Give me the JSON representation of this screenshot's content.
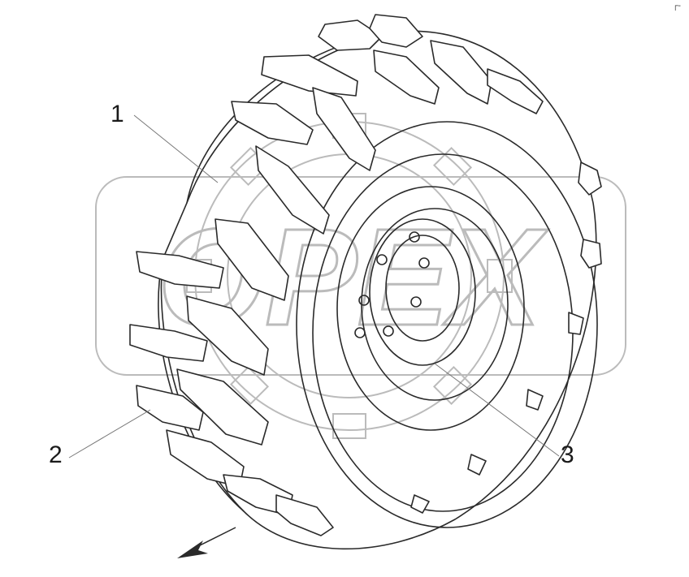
{
  "diagram": {
    "callouts": [
      {
        "id": "1",
        "label": "1"
      },
      {
        "id": "2",
        "label": "2"
      },
      {
        "id": "3",
        "label": "3"
      }
    ],
    "watermark_text": "OPEX",
    "corner_mark": "┌-",
    "colors": {
      "line": "#2a2a2a",
      "leader": "#777777",
      "watermark": "#b8b8b8"
    },
    "icons": [
      "direction-arrow-icon",
      "gear-watermark-icon"
    ]
  }
}
